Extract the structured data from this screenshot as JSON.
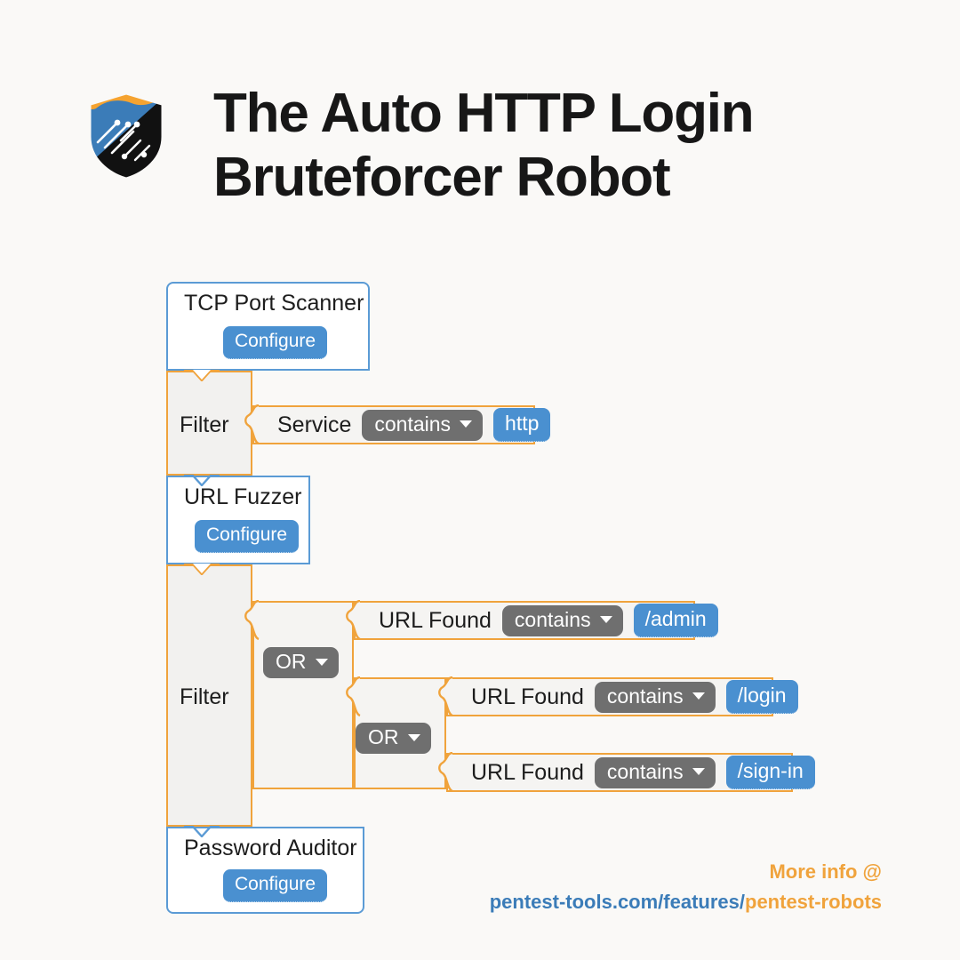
{
  "page": {
    "background_color": "#faf9f7",
    "title_color": "#171717",
    "accent_blue": "#4a90d0",
    "accent_orange": "#f0a33c",
    "dropdown_grey": "#6f6f6f"
  },
  "header": {
    "logo_name": "pentest-tools-shield-logo",
    "title_line1": "The Auto HTTP Login",
    "title_line2": "Bruteforcer Robot"
  },
  "workflow": {
    "steps": [
      {
        "type": "tool",
        "title": "TCP Port Scanner",
        "configure_label": "Configure"
      },
      {
        "type": "filter",
        "label": "Filter",
        "conditions": [
          {
            "field": "Service",
            "operator": "contains",
            "value": "http"
          }
        ]
      },
      {
        "type": "tool",
        "title": "URL Fuzzer",
        "configure_label": "Configure"
      },
      {
        "type": "filter",
        "label": "Filter",
        "logic_outer": "OR",
        "logic_inner": "OR",
        "conditions": [
          {
            "field": "URL Found",
            "operator": "contains",
            "value": "/admin"
          },
          {
            "field": "URL Found",
            "operator": "contains",
            "value": "/login"
          },
          {
            "field": "URL Found",
            "operator": "contains",
            "value": "/sign-in"
          }
        ]
      },
      {
        "type": "tool",
        "title": "Password Auditor",
        "configure_label": "Configure"
      }
    ]
  },
  "footer": {
    "more_info": "More info @",
    "url_part_blue": "pentest-tools.com/features/",
    "url_part_orange": "pentest-robots"
  }
}
